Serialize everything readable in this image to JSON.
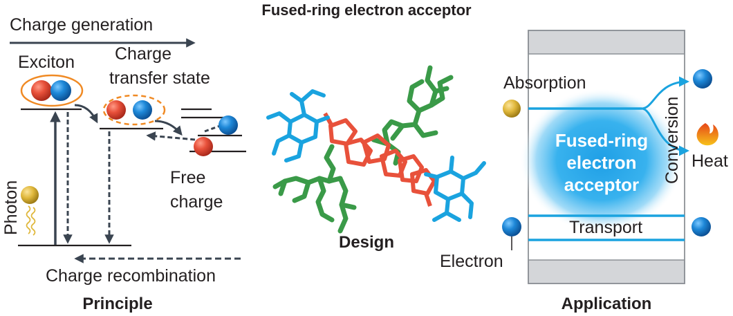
{
  "title": "Fused-ring electron acceptor",
  "principle": {
    "charge_generation": "Charge generation",
    "exciton": "Exciton",
    "ct_line1": "Charge",
    "ct_line2": "transfer state",
    "free_line1": "Free",
    "free_line2": "charge",
    "photon": "Photon",
    "recombination": "Charge recombination",
    "section": "Principle"
  },
  "design": {
    "section": "Design"
  },
  "application": {
    "absorption": "Absorption",
    "conversion": "Conversion",
    "heat": "Heat",
    "transport": "Transport",
    "electron": "Electron",
    "glow_line1": "Fused-ring",
    "glow_line2": "electron",
    "glow_line3": "acceptor",
    "section": "Application"
  },
  "colors": {
    "red_particle": "#e8513b",
    "blue_particle": "#1e88d8",
    "yellow_particle": "#e0b83c",
    "exciton_ring": "#f08a24",
    "dark_line": "#3a4450",
    "cyan": "#1aa3df",
    "orange_molecule": "#e8513b",
    "green_molecule": "#3a9a48",
    "cyan_molecule": "#1aa3df",
    "panel_gray": "#d4d6d9",
    "glow": "#23a9ea"
  }
}
